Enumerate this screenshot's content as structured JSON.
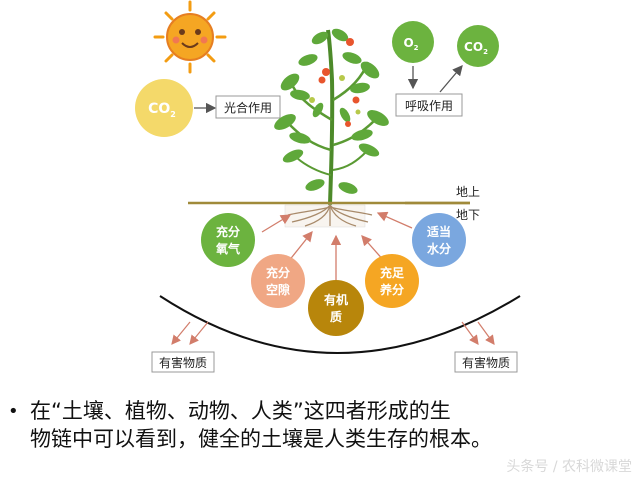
{
  "diagram": {
    "sun_icon": "sun-face-icon",
    "co2_photo": {
      "main": "CO",
      "sub": "2"
    },
    "photosynthesis": "光合作用",
    "o2_circle": {
      "main": "O",
      "sub": "2"
    },
    "co2_resp": {
      "main": "CO",
      "sub": "2"
    },
    "respiration": "呼吸作用",
    "above_ground": "地上",
    "below_ground": "地下",
    "oxygen": [
      "充分",
      "氧气"
    ],
    "pores": [
      "充分",
      "空隙"
    ],
    "organic": [
      "有机",
      "质"
    ],
    "nutrients": [
      "充足",
      "养分"
    ],
    "water": [
      "适当",
      "水分"
    ],
    "harmful_left": "有害物质",
    "harmful_right": "有害物质",
    "colors": {
      "green": "#6CB33F",
      "co2_yellow": "#F4D96A",
      "blue": "#7AA7DF",
      "peach": "#F0A784",
      "olive": "#B8860B",
      "orange": "#F5A623",
      "ground_line": "#A08A3A"
    }
  },
  "caption": {
    "bullet": "•",
    "line1": "在“土壤、植物、动物、人类”这四者形成的生",
    "line2": "物链中可以看到，健全的土壤是人类生存的根本。"
  },
  "watermark": "头条号 / 农科微课堂"
}
